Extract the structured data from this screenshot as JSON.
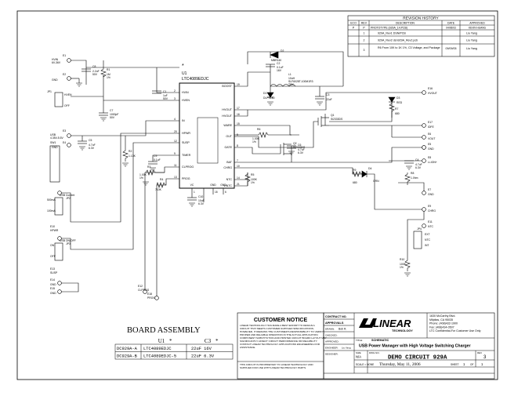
{
  "revision": {
    "title": "REVISION HISTORY",
    "headers": [
      "ECO",
      "REV",
      "DESCRIPTION",
      "DATE",
      "APPROVED"
    ],
    "rows": [
      {
        "eco": "P",
        "rev": "P",
        "desc": "PROTOTYPE (929A_14.PCB)",
        "date": "04/06/03",
        "approved": "KEVIN HUANG"
      },
      {
        "eco": "",
        "rev": "1",
        "desc": "929A_Rev1 DSN/PCB",
        "date": "",
        "approved": "Liu Yang"
      },
      {
        "eco": "",
        "rev": "2",
        "desc": "929A_Rev2 dsn929A_Rev2.pcb",
        "date": "",
        "approved": "Liu Yang"
      },
      {
        "eco": "",
        "rev": "3",
        "desc": "R6 From 10K to 1K 1%, C3 Voltage, and Package",
        "date": "09/09/05",
        "approved": "Liu Yang"
      }
    ]
  },
  "schematic": {
    "u1": {
      "ref": "U1",
      "part": "LTC4089EDJC",
      "star": "*"
    },
    "pins_left": [
      {
        "num": "2",
        "name": "HVIN"
      },
      {
        "num": "3",
        "name": "HVEN"
      },
      {
        "num": "4",
        "name": "IN"
      },
      {
        "num": "20",
        "name": "HPWR"
      },
      {
        "num": "12",
        "name": "SUSP"
      },
      {
        "num": "9",
        "name": "TIMER"
      },
      {
        "num": "11",
        "name": "CLPROG"
      },
      {
        "num": "13",
        "name": "PROG"
      }
    ],
    "pins_right": [
      {
        "num": "19",
        "name": "BOOST"
      },
      {
        "num": "17",
        "name": "HVOUT"
      },
      {
        "num": "16",
        "name": "HVOUT"
      },
      {
        "num": "15",
        "name": "WARE"
      },
      {
        "num": "5",
        "name": "OUT"
      },
      {
        "num": "8",
        "name": "GATE"
      },
      {
        "num": "7",
        "name": "BAT"
      },
      {
        "num": "10",
        "name": "CHRG"
      },
      {
        "num": "14",
        "name": "NTC"
      },
      {
        "num": "21",
        "name": "VINTC"
      }
    ],
    "pins_bottom": [
      {
        "num": "1",
        "name": "VC"
      },
      {
        "num": "18",
        "name": "GND"
      },
      {
        "num": "6",
        "name": "GND"
      }
    ],
    "labels": {
      "e1": "E1",
      "e1_net": "HVIN\n6V-36V",
      "e2": "E2",
      "e2_net": "GND",
      "jp1": "JP1",
      "jp1_on": "HVEN",
      "jp1_off": "OFF",
      "e3": "E3",
      "e3_net": "USB\n4.35V-5.5V",
      "e4": "E4",
      "e4_net": "GND",
      "c8": "C8",
      "c8_val": "2.2uF\n50V",
      "r1": "R1",
      "r1_val": "1M\n1%",
      "c1": "C1",
      "c1_val": "1uF\n50V",
      "c7": "C7",
      "c7_val": "1000pF\n50V",
      "c5": "C5",
      "c5_val": "4.7uF\n6.3V",
      "r2": "R2",
      "r2_val": "1.13K",
      "r3": "R3",
      "r3_val": "1.00K\n1%",
      "c9": "C9",
      "c9_val": "0.1uF",
      "r4": "R4",
      "r4_val": "710K",
      "c2": "C2",
      "c2_val": "0.1uF\n16V",
      "c10": "C10",
      "c10_val": "10uF\n6.3V",
      "d2": "D2",
      "d2_part": "MBR140",
      "l1": "L1",
      "l1_val": "10uH\nSLF6028T-100M1R3\nTDK",
      "d1": "D1",
      "d1_part": "DLPS180",
      "c3": "C3",
      "c3_val": "22uF",
      "e16": "E16",
      "e16_net": "HVOUT",
      "d3": "D3",
      "d3_part": "RED",
      "r7": "R7",
      "r7_val": "680",
      "q1": "Q1",
      "q1_part": "Si2333DS",
      "r6": "R6",
      "r6_val": "1.00K\n1%",
      "q2": "Q2",
      "q2_part": "Si2333DS",
      "c6": "C6",
      "c6_val": "4.7uF\n6.3V",
      "e17": "E17",
      "e17_net": "IDFE",
      "e6": "E6",
      "e6_net": "VOUT",
      "e5": "E5",
      "e5_net": "GND",
      "c4": "C4",
      "c4_val": "4.7uF\n6.3V",
      "r8": "R8",
      "r8_val": "1.0hm",
      "e8": "E8",
      "e8_net": "Li-ION+",
      "r5": "R5",
      "r5_val": "100K\n1%",
      "d4": "D4",
      "d4_part": "GRN",
      "r9": "R9",
      "r9_val": "680",
      "e7": "E7",
      "e7_net": "GND",
      "e9": "E9",
      "e9_net": "CHRG",
      "e11": "E11",
      "e11_net": "NTC",
      "jp4": "JP4",
      "jp4_ext": "EXT",
      "jp4_ntc": "NTC",
      "jp4_int": "INT",
      "r10": "R10",
      "r10_val": "100K\n1%",
      "jp2": "JP2",
      "jp2_a": "500mA",
      "jp2_b": "100mA",
      "jp2_title": "USB Current",
      "jp3": "JP3",
      "jp3_title": "USB ON/OFF",
      "jp3_on": "ON",
      "jp3_off": "OFF",
      "e10": "E10",
      "e10_net": "HPWR",
      "e13": "E13",
      "e13_net": "SUSP",
      "e14": "E14",
      "e14_net": "GND",
      "e15": "E15",
      "e15_net": "GND",
      "e12": "E12",
      "e12_net": "CLPROG",
      "e18": "E18",
      "e18_net": "PROG",
      "sw1": "SW1",
      "c8b": "C8"
    }
  },
  "board_assembly": {
    "title": "BOARD ASSEMBLY",
    "headers": [
      "U1",
      "C3"
    ],
    "star": "*",
    "rows": [
      {
        "board": "DC929A-A",
        "u1": "LTC4089EDJC",
        "c3": "22uF 16V"
      },
      {
        "board": "DC929A-B",
        "u1": "LTC4089EDJC-5",
        "c3": "22uF 6.3V"
      }
    ]
  },
  "customer_notice": {
    "title": "CUSTOMER NOTICE",
    "body": "LINEAR TECHNOLOGY HAS MADE A BEST EFFORT TO DESIGN A CIRCUIT THAT MEETS CUSTOMER-SUPPLIED SPECIFICATIONS; HOWEVER, IT REMAINS THE CUSTOMER'S RESPONSIBILITY TO VERIFY PROPER AND RELIABLE OPERATION IN THE ACTUAL APPLICATION. COMPONENT SUBSTITUTION AND PRINTED CIRCUIT BOARD LAYOUT MAY SIGNIFICANTLY AFFECT CIRCUIT PERFORMANCE OR RELIABILITY. CONTACT LINEAR TECHNOLOGY APPLICATIONS ENGINEERING FOR ASSISTANCE.",
    "footer": "THIS CIRCUIT IS PROPRIETARY TO LINEAR TECHNOLOGY AND SUPPLIED FOR USE WITH LINEAR TECHNOLOGY PARTS."
  },
  "title_block": {
    "contract_no": "CONTRACT NO.",
    "approvals": "APPROVALS",
    "drawn": "DRAWN:",
    "drawn_by": "Bob R.",
    "checked": "CHECKED:",
    "approved": "APPROVED:",
    "engineer": "ENGINEER:",
    "engineer_name": "Liu Yang",
    "designer": "DESIGNER:",
    "company": "LINEAR",
    "company_sub": "TECHNOLOGY",
    "address": "1630 McCarthy Blvd.\nMilpitas, CA 95035\nPhone: (408)432-1900\nFax: (408)434-0507\nLTC Confidential-For Customer Use Only",
    "title_label": "TITLE:",
    "title_kind": "SCHEMATIC",
    "title_text": "USB Power Manager with High Voltage Switching Charger",
    "size_label": "SIZE",
    "size": "N/A",
    "dwg_label": "DWG NO.",
    "dwg_no": "DEMO CIRCUIT 929A",
    "rev_label": "REV",
    "rev": "3",
    "scale": "SCALE = NONE",
    "date": "Thursday, May 11, 2006",
    "sheet": "SHEET",
    "sheet_no": "1",
    "of": "OF",
    "sheet_total": "1"
  }
}
